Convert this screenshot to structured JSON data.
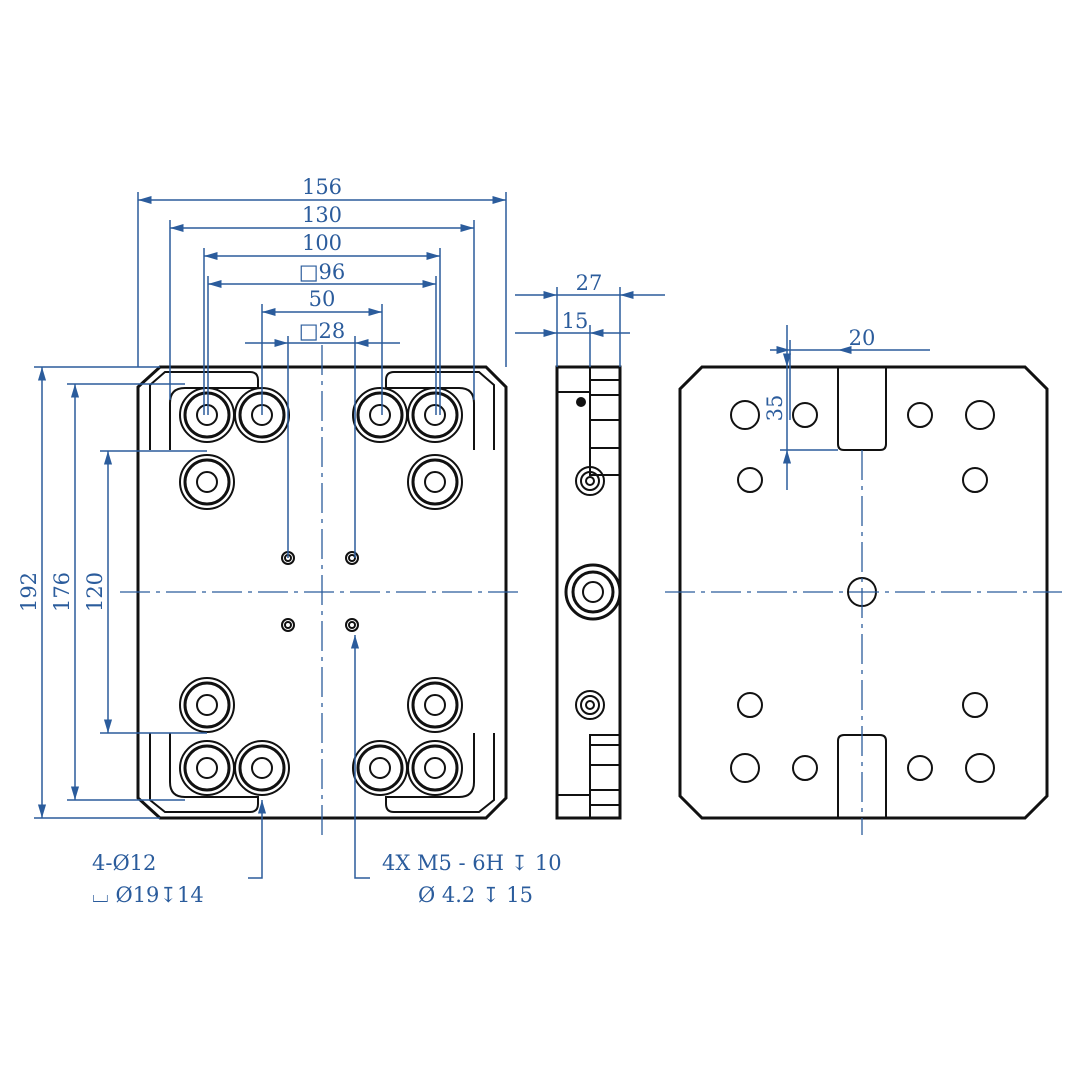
{
  "front_view": {
    "dims": {
      "width_156": "156",
      "width_130": "130",
      "width_100": "100",
      "square_96": "□96",
      "width_50": "50",
      "square_28": "□28",
      "height_192": "192",
      "height_176": "176",
      "height_120": "120"
    },
    "callout_counterbore": {
      "line1": "4-Ø12",
      "line2": "⌴ Ø19↧14"
    },
    "callout_thread": {
      "line1": "4X  M5 - 6H ↧ 10",
      "line2": "Ø 4.2 ↧ 15"
    }
  },
  "side_view": {
    "dims": {
      "thickness_27": "27",
      "thickness_15": "15"
    }
  },
  "rear_view": {
    "dims": {
      "slot_width_20": "20",
      "slot_depth_35": "35"
    }
  },
  "colors": {
    "dimension": "#2b5c9c",
    "outline": "#111111"
  }
}
